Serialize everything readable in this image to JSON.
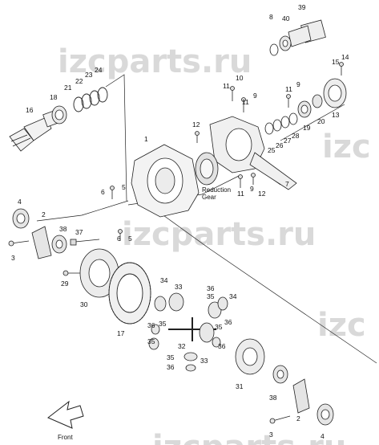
{
  "watermark": {
    "main": "izcparts.ru",
    "edge": "izc"
  },
  "annotations": {
    "reduction_gear_line1": "Reduction",
    "reduction_gear_line2": "Gear",
    "front": "Front"
  },
  "part_labels": {
    "p39": "39",
    "p8": "8",
    "p40": "40",
    "p14": "14",
    "p15": "15",
    "p24": "24",
    "p23": "23",
    "p22": "22",
    "p21": "21",
    "p18": "18",
    "p16": "16",
    "p10": "10",
    "p11a": "11",
    "p9a": "9",
    "p11b": "11",
    "p9b": "9",
    "p13": "13",
    "p20": "20",
    "p19": "19",
    "p28": "28",
    "p27": "27",
    "p26": "26",
    "p25": "25",
    "p12a": "12",
    "p1": "1",
    "p11c": "11",
    "p9c": "9",
    "p12b": "12",
    "p7": "7",
    "p4a": "4",
    "p2a": "2",
    "p6a": "6",
    "p5a": "5",
    "p38a": "38",
    "p3a": "3",
    "p6b": "6",
    "p5b": "5",
    "p37": "37",
    "p29": "29",
    "p30": "30",
    "p17": "17",
    "p34a": "34",
    "p33a": "33",
    "p36a": "36",
    "p35a": "35",
    "p35b": "35",
    "p36b": "36",
    "p34b": "34",
    "p35c": "35",
    "p36c": "36",
    "p32": "32",
    "p35d": "35",
    "p36d": "36",
    "p35e": "35",
    "p33b": "33",
    "p36e": "36",
    "p31": "31",
    "p38b": "38",
    "p2b": "2",
    "p4b": "4",
    "p3b": "3"
  }
}
